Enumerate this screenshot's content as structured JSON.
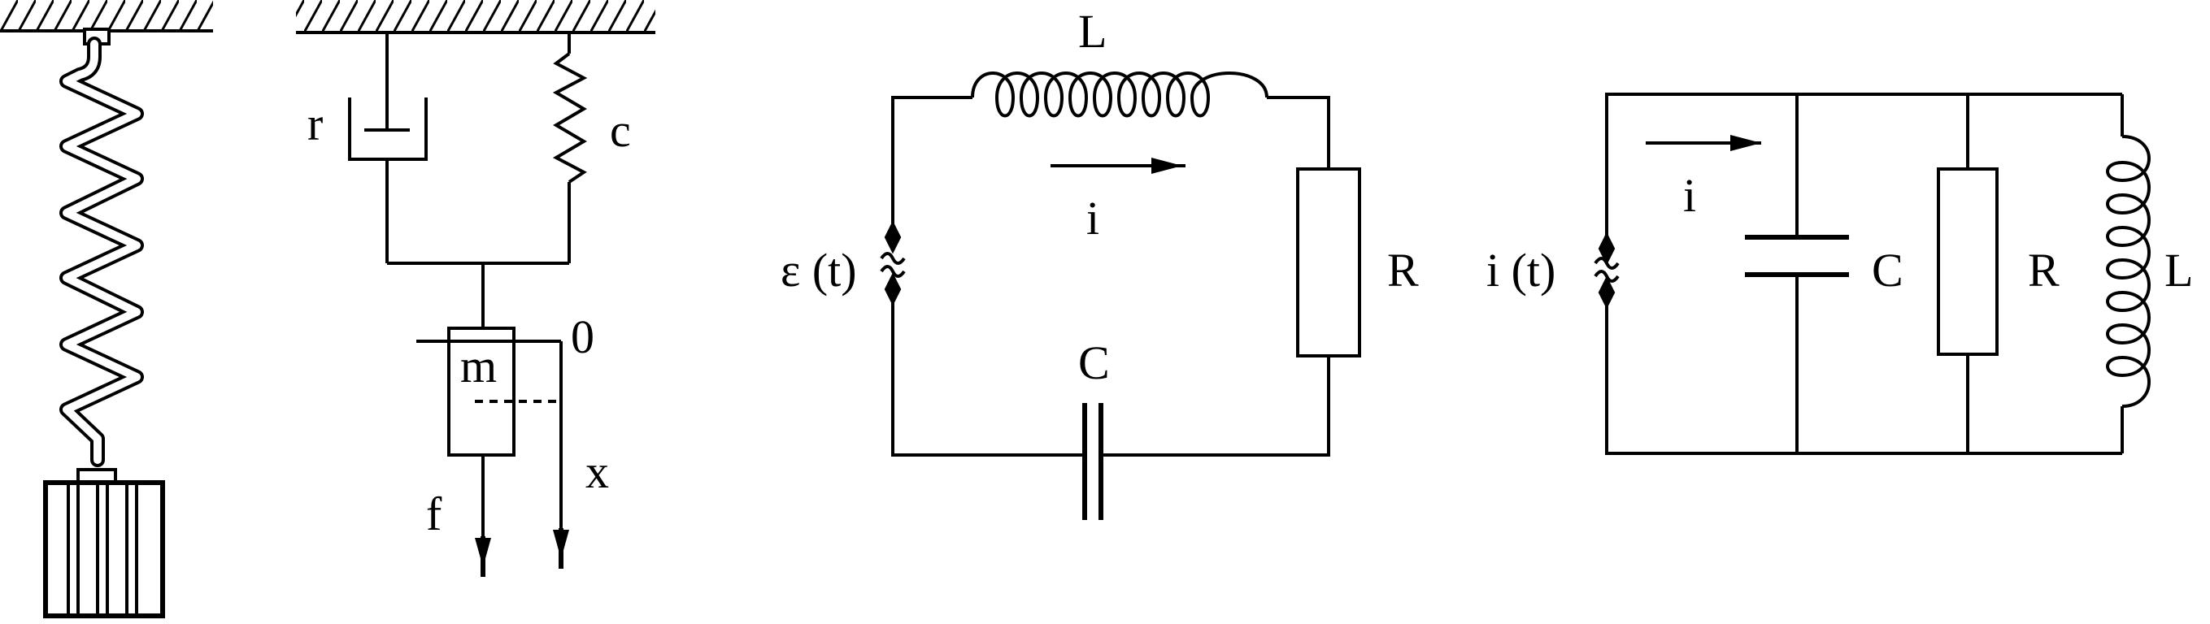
{
  "colors": {
    "ink": "#000000",
    "background": "#ffffff"
  },
  "damper_diagram": {
    "damper_label": "r",
    "spring_label": "c",
    "mass_label": "m",
    "origin_label": "0",
    "displacement_label": "x",
    "force_label": "f"
  },
  "series_rlc": {
    "inductor_label": "L",
    "current_label": "i",
    "source_label": "ε (t)",
    "resistor_label": "R",
    "capacitor_label": "C"
  },
  "parallel_rlc": {
    "source_label": "i (t)",
    "current_label": "i",
    "capacitor_label": "C",
    "resistor_label": "R",
    "inductor_label": "L"
  }
}
